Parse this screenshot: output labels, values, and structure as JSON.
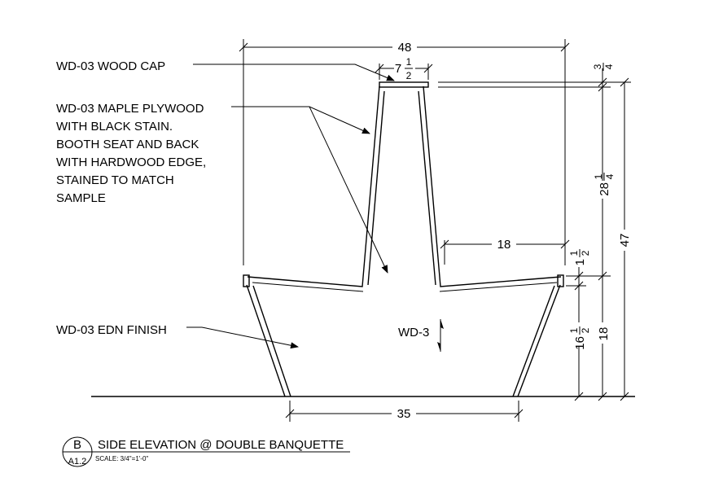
{
  "notes": {
    "wood_cap": "WD-03 WOOD CAP",
    "plywood": [
      "WD-03 MAPLE PLYWOOD",
      "WITH BLACK STAIN.",
      "BOOTH SEAT AND BACK",
      "WITH HARDWOOD EDGE,",
      "STAINED TO MATCH",
      "SAMPLE"
    ],
    "edn_finish": "WD-03 EDN FINISH",
    "wd3_tag": "WD-3"
  },
  "dimensions": {
    "overall_width": "48",
    "cap_width_whole": "7",
    "cap_width_num": "1",
    "cap_width_den": "2",
    "cap_thickness_num": "3",
    "cap_thickness_den": "4",
    "back_height_whole": "28",
    "back_height_num": "1",
    "back_height_den": "4",
    "overall_height": "47",
    "seat_depth": "18",
    "seat_edge_whole": "1",
    "seat_edge_num": "1",
    "seat_edge_den": "2",
    "base_height_whole": "16",
    "base_height_num": "1",
    "base_height_den": "2",
    "seat_height": "18",
    "base_width": "35"
  },
  "title_block": {
    "detail_letter": "B",
    "sheet_number": "A1.2",
    "title": "SIDE ELEVATION @ DOUBLE BANQUETTE",
    "scale": "SCALE: 3/4\"=1'-0\""
  }
}
